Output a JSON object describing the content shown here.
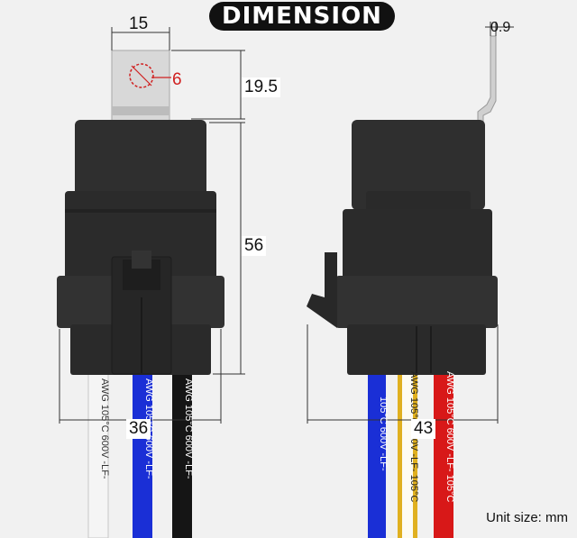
{
  "title": "DIMENSION",
  "unit_label": "Unit size: mm",
  "dimensions": {
    "terminal_width": "15",
    "hole": "6",
    "terminal_height": "19.5",
    "body_height": "56",
    "front_width": "36",
    "side_width": "43",
    "terminal_thickness": "0.9"
  },
  "wire_print": {
    "front_left": "AWG 105°C 600V -LF-",
    "front_blue": "AWG 105°C 600V -LF-",
    "front_black": "AWG 105°C 600V -LF-",
    "side_blue": "105°C 600V -LF-",
    "side_yellow": "AWG 105°C 600V -LF- 105°C",
    "side_red": "AWG 105°C 600V -LF- 105°C"
  },
  "colors": {
    "housing": "#2b2b2b",
    "housing_light": "#3a3a3a",
    "terminal": "#d8d8d8",
    "wire_blue": "#1a2fd6",
    "wire_black": "#151515",
    "wire_white": "#f5f5f5",
    "wire_yellow": "#e0b020",
    "wire_red": "#d81818",
    "annotation_red": "#d02020"
  }
}
